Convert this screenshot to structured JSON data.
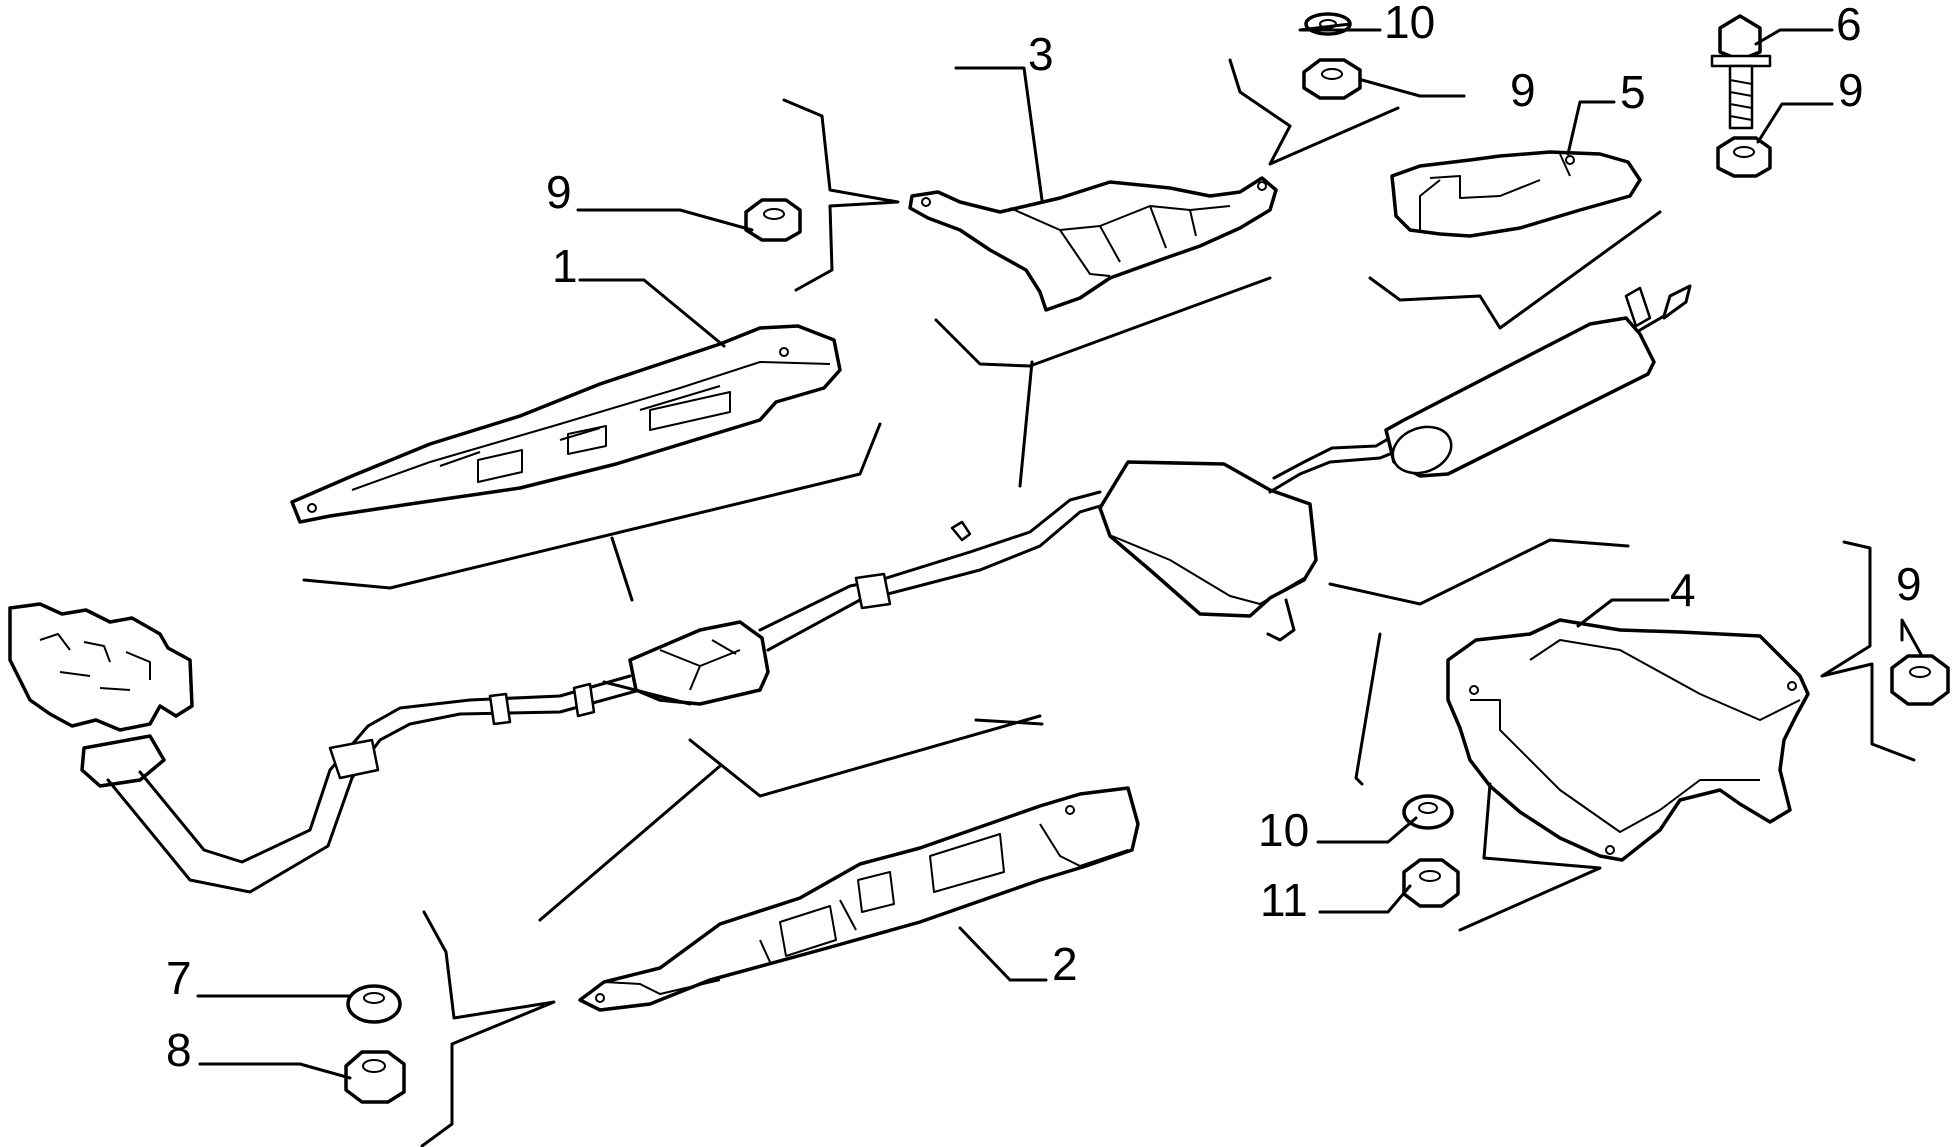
{
  "diagram": {
    "callouts": [
      {
        "id": "c1",
        "label": "1"
      },
      {
        "id": "c2",
        "label": "2"
      },
      {
        "id": "c3",
        "label": "3"
      },
      {
        "id": "c4",
        "label": "4"
      },
      {
        "id": "c5",
        "label": "5"
      },
      {
        "id": "c6",
        "label": "6"
      },
      {
        "id": "c7",
        "label": "7"
      },
      {
        "id": "c8",
        "label": "8"
      },
      {
        "id": "c9a",
        "label": "9"
      },
      {
        "id": "c9b",
        "label": "9"
      },
      {
        "id": "c9c",
        "label": "9"
      },
      {
        "id": "c9d",
        "label": "9"
      },
      {
        "id": "c10a",
        "label": "10"
      },
      {
        "id": "c10b",
        "label": "10"
      },
      {
        "id": "c11",
        "label": "11"
      }
    ]
  }
}
